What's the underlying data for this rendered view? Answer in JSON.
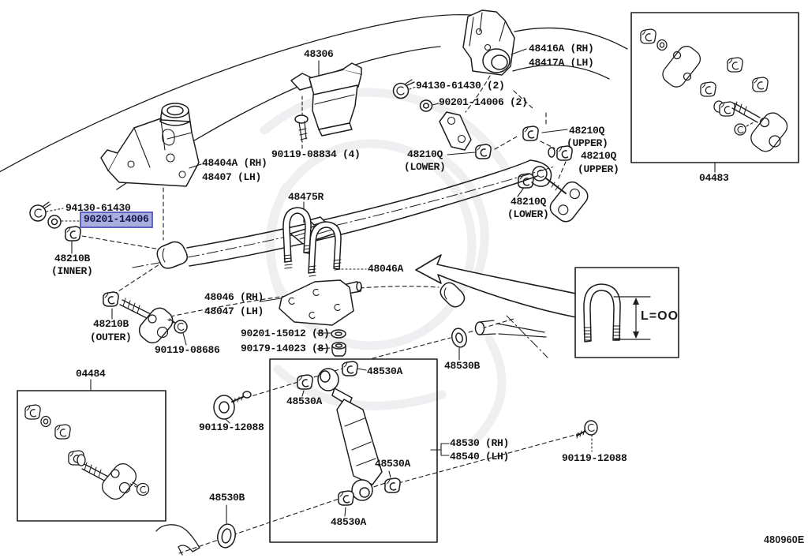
{
  "diagram": {
    "code": "480960E",
    "highlight": {
      "bg": "#a9aede",
      "border": "#5c61c6"
    }
  },
  "labels": {
    "part_48306": "48306",
    "bolt_90119_08834": "90119-08834 (4)",
    "part_48416a": "48416A (RH)",
    "part_48417a": "48417A (LH)",
    "bolt_94130_61430_2": "94130-61430 (2)",
    "washer_90201_14006_2": "90201-14006 (2)",
    "part_48210q": "48210Q",
    "qual_upper": "(UPPER)",
    "qual_lower": "(LOWER)",
    "part_48404a": "48404A (RH)",
    "part_48407": "48407 (LH)",
    "bolt_94130_61430": "94130-61430",
    "washer_90201_14006": "90201-14006",
    "part_48210b": "48210B",
    "qual_inner": "(INNER)",
    "qual_outer": "(OUTER)",
    "part_48475r": "48475R",
    "part_48046a": "48046A",
    "part_48046": "48046 (RH)",
    "part_48047": "48047 (LH)",
    "washer_90201_15012": "90201-15012 (8)",
    "nut_90179_14023": "90179-14023 (8)",
    "bolt_90119_08686": "90119-08686",
    "kit_04484": "04484",
    "kit_04483": "04483",
    "bolt_90119_12088": "90119-12088",
    "part_48530a": "48530A",
    "part_48530b": "48530B",
    "part_48530": "48530 (RH)",
    "part_48540": "48540 (LH)",
    "dim_l": "L=OO"
  }
}
